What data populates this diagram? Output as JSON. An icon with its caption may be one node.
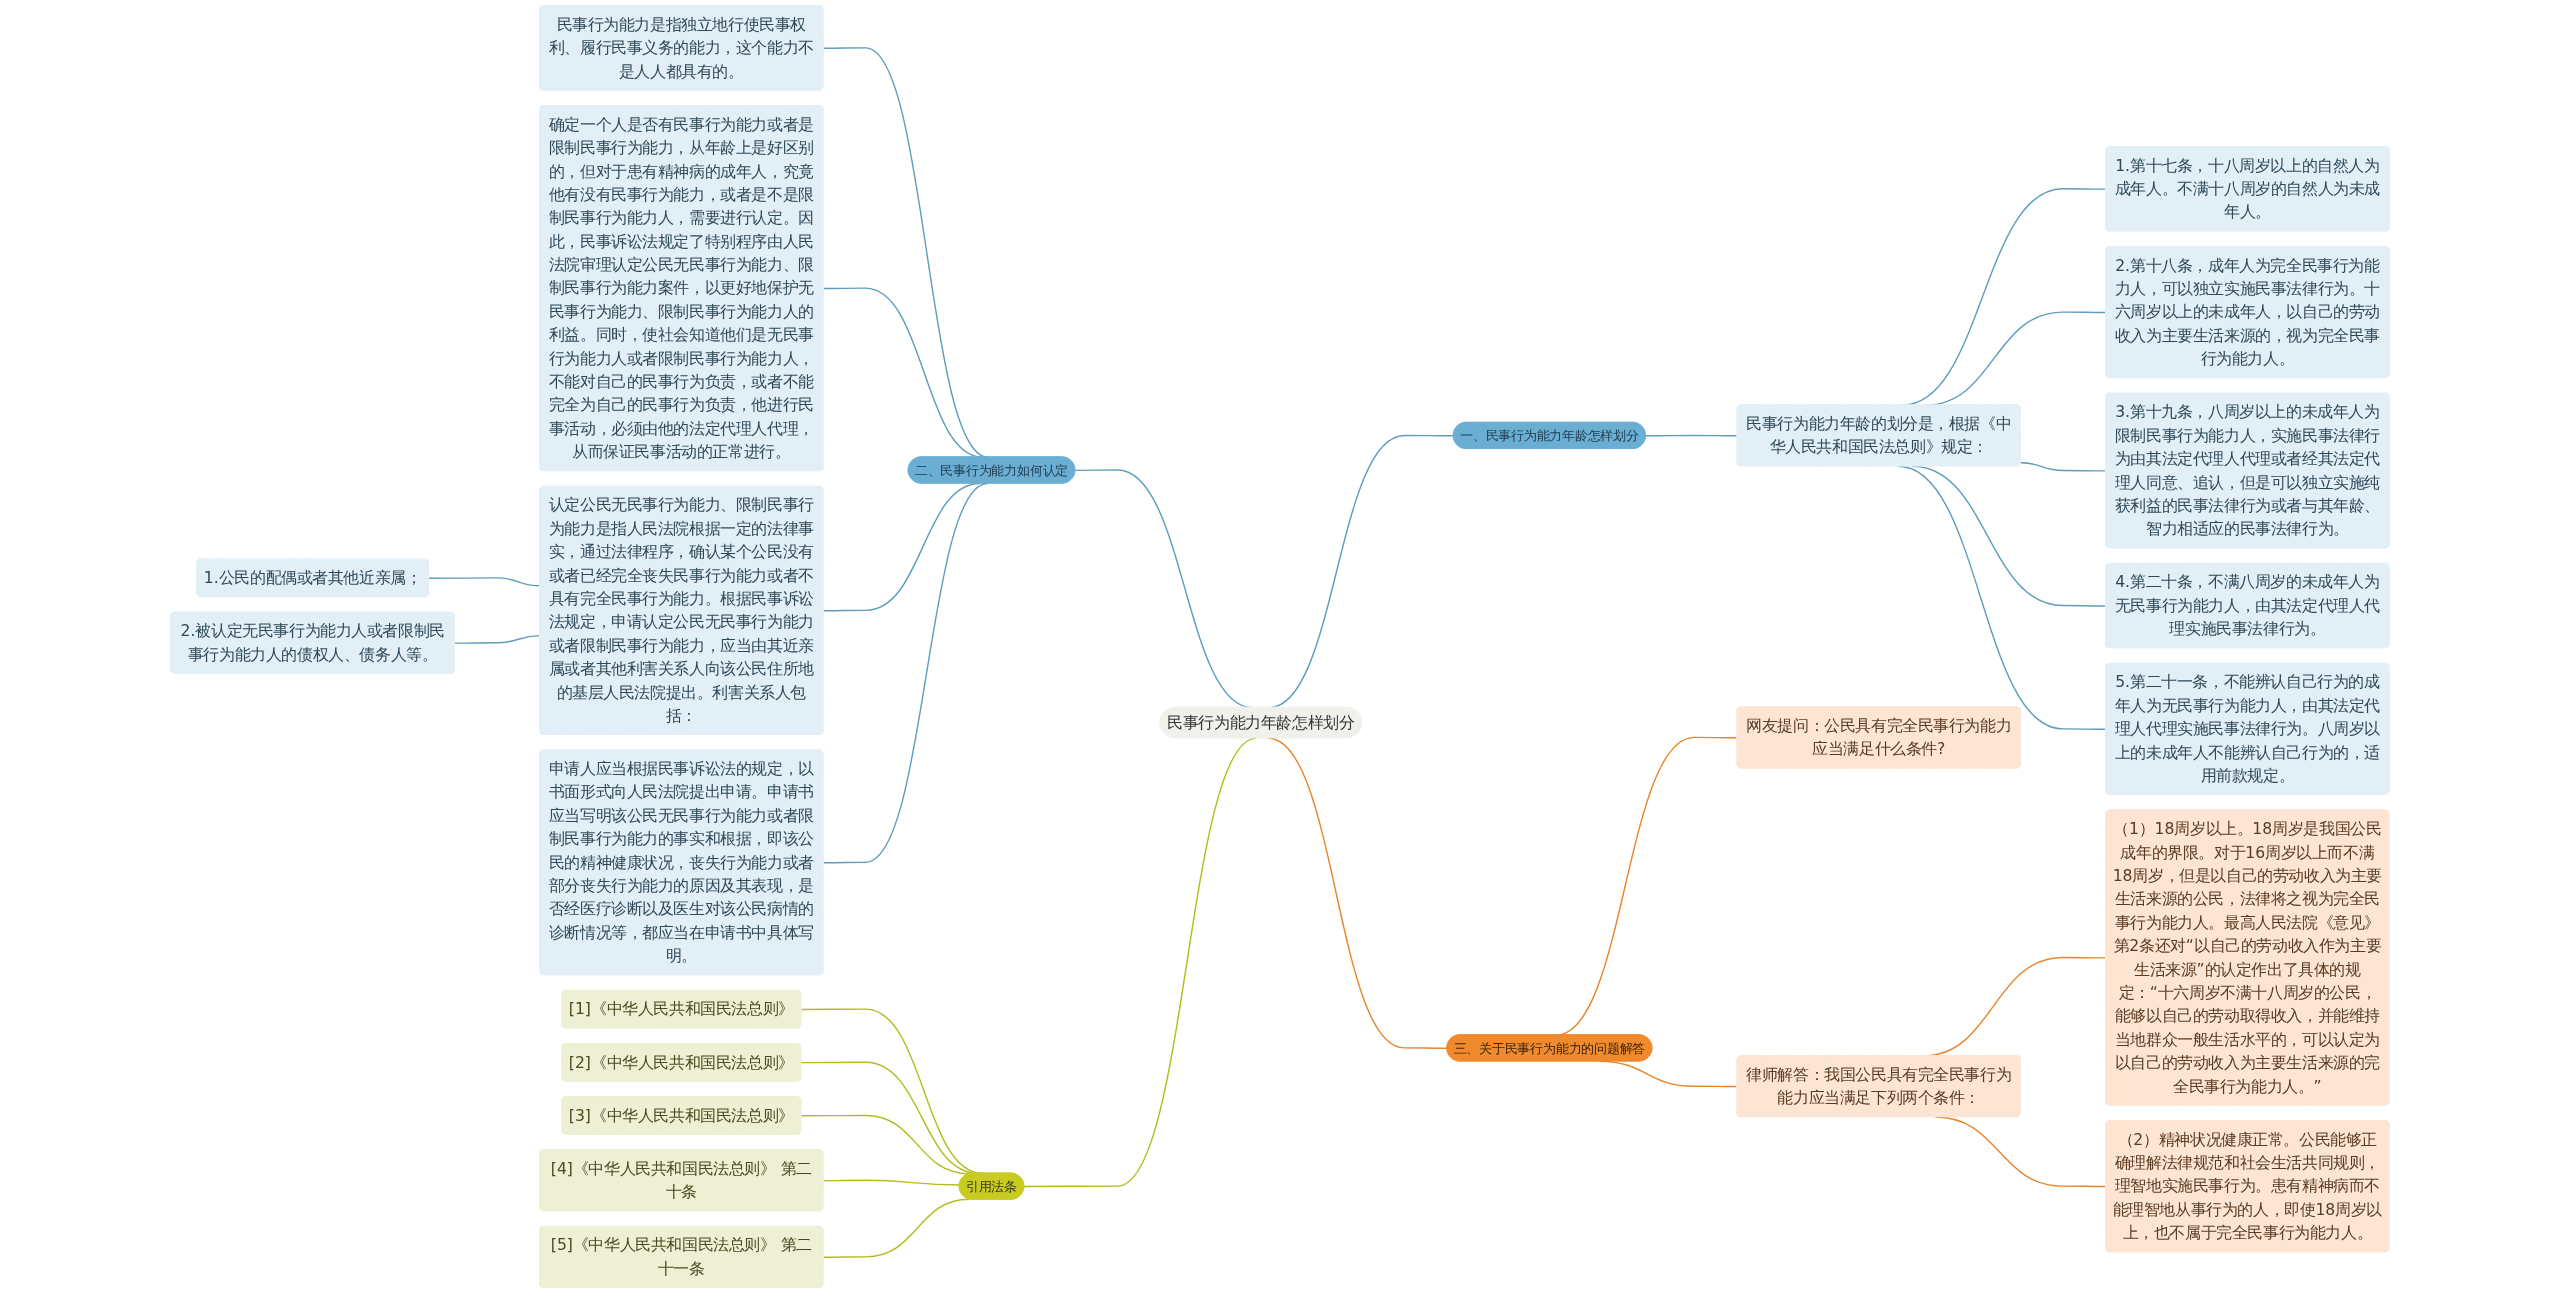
{
  "diagram": {
    "nodes": [
      {
        "text": [
          "民事行为能力年龄怎样划分"
        ]
      },
      {
        "text": [
          "一、民事行为能力年龄怎样划分"
        ]
      },
      {
        "text": [
          "民事行为能力年龄的划分是，根据《中华人民共和国民法总则》规定："
        ]
      },
      {
        "text": [
          "1.第十七条，十八周岁以上的自然人为成年人。不满十八周岁的自然人为未成年人。"
        ]
      },
      {
        "text": [
          "2.第十八条，成年人为完全民事行为能力人，可以独立实施民事法律行为。十六周岁以上的未成年人，以自己的劳动收入为主要生活来源的，视为完全民事行为能力人。"
        ]
      },
      {
        "text": [
          "3.第十九条，八周岁以上的未成年人为限制民事行为能力人，实施民事法律行为由其法定代理人代理或者经其法定代理人同意、追认，但是可以独立实施纯获利益的民事法律行为或者与其年龄、智力相适应的民事法律行为。"
        ]
      },
      {
        "text": [
          "4.第二十条，不满八周岁的未成年人为无民事行为能力人，由其法定代理人代理实施民事法律行为。"
        ]
      },
      {
        "text": [
          "5.第二十一条，不能辨认自己行为的成年人为无民事行为能力人，由其法定代理人代理实施民事法律行为。八周岁以上的未成年人不能辨认自己行为的，适用前款规定。"
        ]
      },
      {
        "text": [
          "二、民事行为能力如何认定"
        ]
      },
      {
        "text": [
          "民事行为能力是指独立地行使民事权利、履行民事义务的能力，这个能力不是人人都具有的。"
        ]
      },
      {
        "text": [
          "确定一个人是否有民事行为能力或者是限制民事行为能力，从年龄上是好区别的，但对于患有精神病的成年人，究竟他有没有民事行为能力，或者是不是限制民事行为能力人，需要进行认定。因此，民事诉讼法规定了特别程序由人民法院审理认定公民无民事行为能力、限制民事行为能力案件，以更好地保护无民事行为能力、限制民事行为能力人的利益。同时，使社会知道他们是无民事行为能力人或者限制民事行为能力人，不能对自己的民事行为负责，或者不能完全为自己的民事行为负责，他进行民事活动，必须由他的法定代理人代理，从而保证民事活动的正常进行。"
        ]
      },
      {
        "text": [
          "认定公民无民事行为能力、限制民事行为能力是指人民法院根据一定的法律事实，通过法律程序，确认某个公民没有或者已经完全丧失民事行为能力或者不具有完全民事行为能力。根据民事诉讼法规定，申请认定公民无民事行为能力或者限制民事行为能力，应当由其近亲属或者其他利害关系人向该公民住所地的基层人民法院提出。利害关系人包括："
        ]
      },
      {
        "text": [
          "申请人应当根据民事诉讼法的规定，以书面形式向人民法院提出申请。申请书应当写明该公民无民事行为能力或者限制民事行为能力的事实和根据，即该公民的精神健康状况，丧失行为能力或者部分丧失行为能力的原因及其表现，是否经医疗诊断以及医生对该公民病情的诊断情况等，都应当在申请书中具体写明。"
        ]
      },
      {
        "text": [
          "1.公民的配偶或者其他近亲属；"
        ]
      },
      {
        "text": [
          "2.被认定无民事行为能力人或者限制民事行为能力人的债权人、债务人等。"
        ]
      },
      {
        "text": [
          "三、关于民事行为能力的问题解答"
        ]
      },
      {
        "text": [
          "网友提问：公民具有完全民事行为能力应当满足什么条件?"
        ]
      },
      {
        "text": [
          "律师解答：我国公民具有完全民事行为能力应当满足下列两个条件："
        ]
      },
      {
        "text": [
          "（1）18周岁以上。18周岁是我国公民成年的界限。对于16周岁以上而不满18周岁，但是以自己的劳动收入为主要生活来源的公民，法律将之视为完全民事行为能力人。最高人民法院《意见》第2条还对“以自己的劳动收入作为主要生活来源”的认定作出了具体的规定：“十六周岁不满十八周岁的公民，能够以自己的劳动取得收入，并能维持当地群众一般生活水平的，可以认定为以自己的劳动收入为主要生活来源的完全民事行为能力人。”"
        ]
      },
      {
        "text": [
          "（2）精神状况健康正常。公民能够正确理解法律规范和社会生活共同规则，理智地实施民事行为。患有精神病而不能理智地从事行为的人，即使18周岁以上，也不属于完全民事行为能力人。"
        ]
      },
      {
        "text": [
          "引用法条"
        ]
      },
      {
        "text": [
          "[1]《中华人民共和国民法总则》"
        ]
      },
      {
        "text": [
          "[2]《中华人民共和国民法总则》"
        ]
      },
      {
        "text": [
          "[3]《中华人民共和国民法总则》"
        ]
      },
      {
        "text": [
          "[4]《中华人民共和国民法总则》 第二十条"
        ]
      },
      {
        "text": [
          "[5]《中华人民共和国民法总则》 第二十一条"
        ]
      }
    ],
    "edges": [
      {
        "from": 0,
        "to": 1,
        "arrow": "none"
      },
      {
        "from": 1,
        "to": 2,
        "arrow": "none"
      },
      {
        "from": 2,
        "to": 3,
        "arrow": "none"
      },
      {
        "from": 2,
        "to": 4,
        "arrow": "none"
      },
      {
        "from": 2,
        "to": 5,
        "arrow": "none"
      },
      {
        "from": 2,
        "to": 6,
        "arrow": "none"
      },
      {
        "from": 2,
        "to": 7,
        "arrow": "none"
      },
      {
        "from": 0,
        "to": 8,
        "arrow": "none"
      },
      {
        "from": 8,
        "to": 9,
        "arrow": "none"
      },
      {
        "from": 8,
        "to": 10,
        "arrow": "none"
      },
      {
        "from": 8,
        "to": 11,
        "arrow": "none"
      },
      {
        "from": 8,
        "to": 12,
        "arrow": "none"
      },
      {
        "from": 11,
        "to": 13,
        "arrow": "none"
      },
      {
        "from": 11,
        "to": 14,
        "arrow": "none"
      },
      {
        "from": 0,
        "to": 15,
        "arrow": "none",
        "color": "#e8852a"
      },
      {
        "from": 15,
        "to": 16,
        "arrow": "none",
        "color": "#e8852a"
      },
      {
        "from": 15,
        "to": 17,
        "arrow": "none",
        "color": "#e8852a"
      },
      {
        "from": 17,
        "to": 18,
        "arrow": "none",
        "color": "#e8852a"
      },
      {
        "from": 17,
        "to": 19,
        "arrow": "none",
        "color": "#e8852a"
      },
      {
        "from": 0,
        "to": 20,
        "arrow": "none",
        "color": "#b3bc1c"
      },
      {
        "from": 20,
        "to": 21,
        "arrow": "none",
        "color": "#b3bc1c"
      },
      {
        "from": 20,
        "to": 22,
        "arrow": "none",
        "color": "#b3bc1c"
      },
      {
        "from": 20,
        "to": 23,
        "arrow": "none",
        "color": "#b3bc1c"
      },
      {
        "from": 20,
        "to": 24,
        "arrow": "none",
        "color": "#b3bc1c"
      },
      {
        "from": 20,
        "to": 25,
        "arrow": "none",
        "color": "#b3bc1c"
      }
    ]
  }
}
